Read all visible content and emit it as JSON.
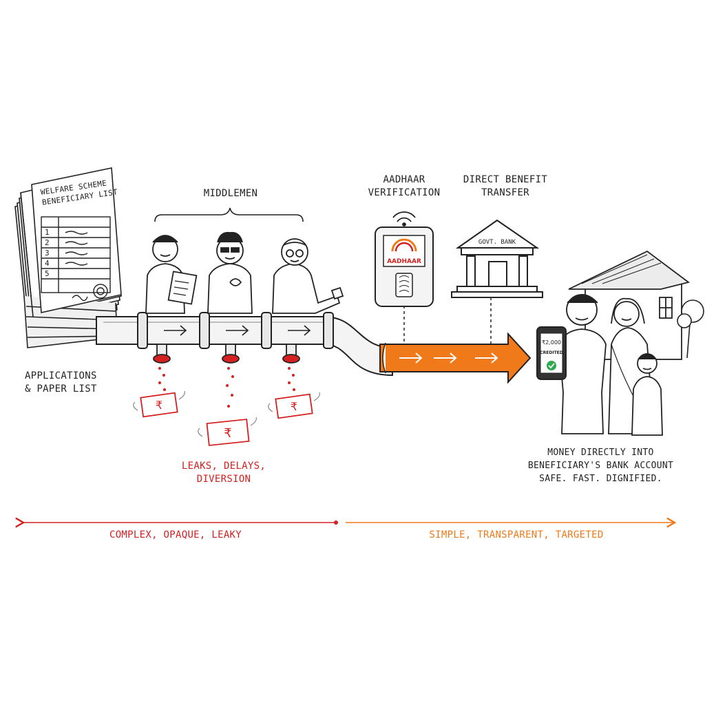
{
  "paper_list": {
    "title_line1": "WELFARE SCHEME",
    "title_line2": "BENEFICIARY LIST",
    "rows": [
      "1",
      "2",
      "3",
      "4",
      "5"
    ]
  },
  "applications_label": {
    "line1": "APPLICATIONS",
    "line2": "& PAPER LIST"
  },
  "middlemen_label": "MIDDLEMEN",
  "leaks_label": {
    "line1": "LEAKS, DELAYS,",
    "line2": "DIVERSION"
  },
  "currency_symbol": "₹",
  "aadhaar": {
    "label_line1": "AADHAAR",
    "label_line2": "VERIFICATION",
    "logo_text": "AADHAAR"
  },
  "dbt": {
    "label_line1": "DIRECT BENEFIT",
    "label_line2": "TRANSFER",
    "bank_sign": "GOVT. BANK"
  },
  "phone": {
    "amount": "₹2,000",
    "status": "CREDITED"
  },
  "result_label": {
    "line1": "MONEY DIRECTLY INTO",
    "line2": "BENEFICIARY'S BANK ACCOUNT",
    "line3": "SAFE. FAST. DIGNIFIED."
  },
  "bottom": {
    "left": "COMPLEX, OPAQUE, LEAKY",
    "right": "SIMPLE, TRANSPARENT, TARGETED"
  },
  "colors": {
    "ink": "#222222",
    "leak_red": "#d42020",
    "dbt_orange": "#f07a1a"
  }
}
